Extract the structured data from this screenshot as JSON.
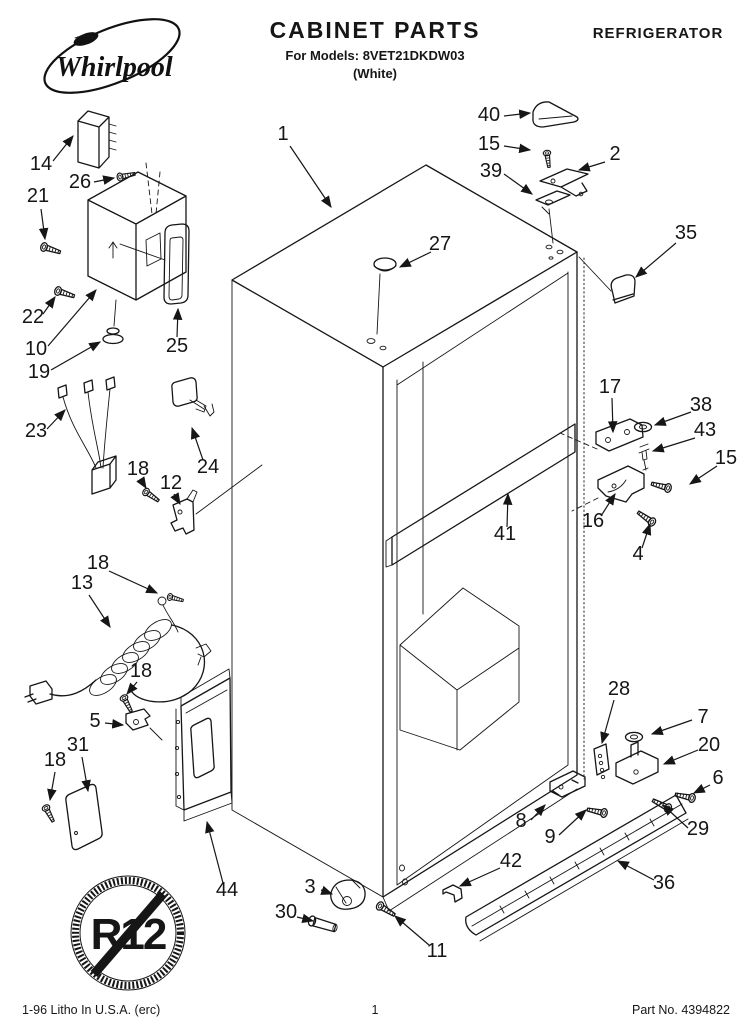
{
  "header": {
    "brand": "Whirlpool",
    "title": "CABINET PARTS",
    "models": "For Models: 8VET21DKDW03",
    "finish": "(White)",
    "product": "REFRIGERATOR"
  },
  "footer": {
    "litho": "1-96 Litho In U.S.A. (erc)",
    "page": "1",
    "part_no": "Part No. 4394822"
  },
  "symbol": {
    "no_r12": "R12"
  },
  "diagram": {
    "callouts": [
      {
        "label": "1"
      },
      {
        "label": "40"
      },
      {
        "label": "15"
      },
      {
        "label": "39"
      },
      {
        "label": "2"
      },
      {
        "label": "27"
      },
      {
        "label": "35"
      },
      {
        "label": "14"
      },
      {
        "label": "26"
      },
      {
        "label": "21"
      },
      {
        "label": "22"
      },
      {
        "label": "10"
      },
      {
        "label": "25"
      },
      {
        "label": "19"
      },
      {
        "label": "23"
      },
      {
        "label": "24"
      },
      {
        "label": "18"
      },
      {
        "label": "12"
      },
      {
        "label": "18"
      },
      {
        "label": "13"
      },
      {
        "label": "18"
      },
      {
        "label": "5"
      },
      {
        "label": "31"
      },
      {
        "label": "18"
      },
      {
        "label": "44"
      },
      {
        "label": "17"
      },
      {
        "label": "38"
      },
      {
        "label": "43"
      },
      {
        "label": "15"
      },
      {
        "label": "16"
      },
      {
        "label": "4"
      },
      {
        "label": "41"
      },
      {
        "label": "28"
      },
      {
        "label": "7"
      },
      {
        "label": "20"
      },
      {
        "label": "6"
      },
      {
        "label": "8"
      },
      {
        "label": "9"
      },
      {
        "label": "29"
      },
      {
        "label": "42"
      },
      {
        "label": "36"
      },
      {
        "label": "3"
      },
      {
        "label": "30"
      },
      {
        "label": "11"
      }
    ]
  }
}
